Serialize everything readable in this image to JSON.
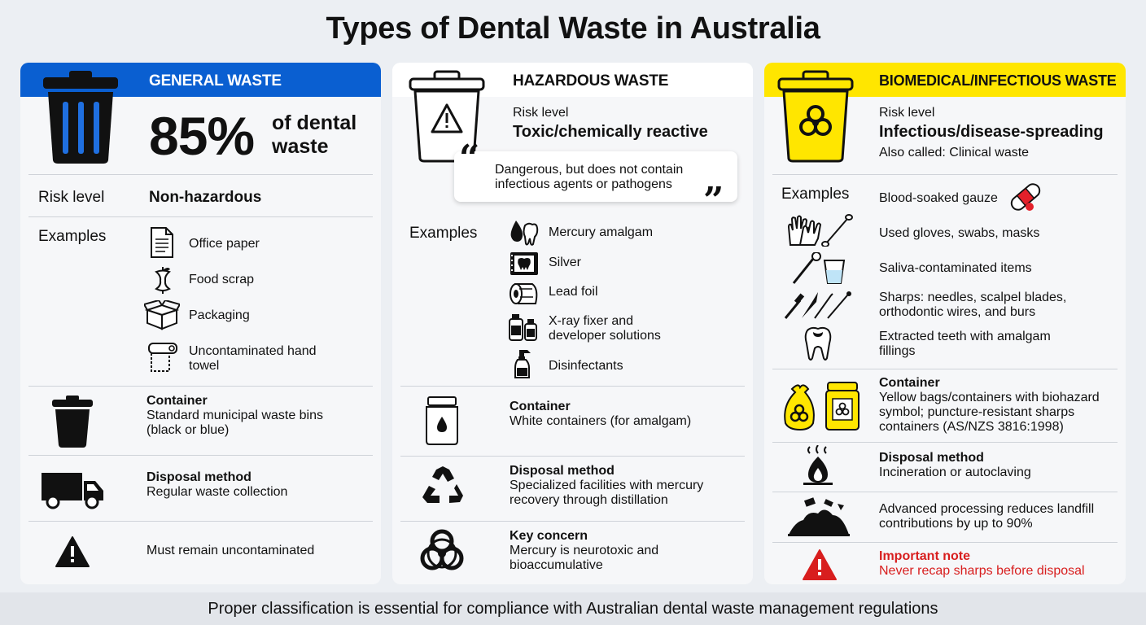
{
  "title": "Types of Dental Waste in Australia",
  "colors": {
    "general": "#0a5fd1",
    "hazardous": "#ffffff",
    "biomedical": "#ffe600",
    "warning": "#d81e1e"
  },
  "general": {
    "heading": "GENERAL WASTE",
    "icon": "trash-bin-icon",
    "percent": "85%",
    "percent_caption_1": "of dental",
    "percent_caption_2": "waste",
    "risk_label": "Risk level",
    "risk_value": "Non-hazardous",
    "examples_label": "Examples",
    "examples": [
      {
        "icon": "document-icon",
        "text": "Office paper"
      },
      {
        "icon": "apple-core-icon",
        "text": "Food scrap"
      },
      {
        "icon": "box-icon",
        "text": "Packaging"
      },
      {
        "icon": "paper-towel-icon",
        "text_1": "Uncontaminated hand",
        "text_2": "towel"
      }
    ],
    "container_label": "Container",
    "container_1": "Standard municipal waste bins",
    "container_2": "(black or blue)",
    "disposal_label": "Disposal method",
    "disposal_value": "Regular waste collection",
    "note": "Must remain uncontaminated"
  },
  "hazardous": {
    "heading": "HAZARDOUS WASTE",
    "icon": "warning-bin-icon",
    "risk_label": "Risk level",
    "risk_value": "Toxic/chemically reactive",
    "quote_1": "Dangerous, but does not contain",
    "quote_2": "infectious agents or pathogens",
    "examples_label": "Examples",
    "examples": [
      {
        "icon": "mercury-tooth-icon",
        "text": "Mercury amalgam"
      },
      {
        "icon": "xray-film-icon",
        "text": "Silver"
      },
      {
        "icon": "foil-roll-icon",
        "text": "Lead foil"
      },
      {
        "icon": "chemical-bottles-icon",
        "text_1": "X-ray fixer and",
        "text_2": "developer solutions"
      },
      {
        "icon": "spray-bottle-icon",
        "text": "Disinfectants"
      }
    ],
    "container_label": "Container",
    "container_value": "White containers (for amalgam)",
    "disposal_label": "Disposal method",
    "disposal_1": "Specialized facilities with mercury",
    "disposal_2": "recovery through distillation",
    "concern_label": "Key concern",
    "concern_1": "Mercury is neurotoxic and",
    "concern_2": "bioaccumulative"
  },
  "biomedical": {
    "heading": "BIOMEDICAL/INFECTIOUS WASTE",
    "icon": "biohazard-bin-icon",
    "risk_label": "Risk level",
    "risk_value": "Infectious/disease-spreading",
    "also_called": "Also called: Clinical waste",
    "examples_label": "Examples",
    "examples": [
      {
        "icon": "bandage-icon",
        "text": "Blood-soaked gauze"
      },
      {
        "icon": "gloves-swab-icon",
        "text": "Used gloves, swabs, masks"
      },
      {
        "icon": "mirror-cup-icon",
        "text": "Saliva-contaminated items"
      },
      {
        "icon": "sharps-icon",
        "text_1": "Sharps: needles, scalpel blades,",
        "text_2": "orthodontic wires, and burs"
      },
      {
        "icon": "tooth-icon",
        "text_1": "Extracted teeth with amalgam",
        "text_2": "fillings"
      }
    ],
    "container_label": "Container",
    "container_1": "Yellow bags/containers with biohazard",
    "container_2": "symbol; puncture-resistant sharps",
    "container_3": "containers (AS/NZS 3816:1998)",
    "disposal_label": "Disposal method",
    "disposal_value": "Incineration or autoclaving",
    "landfill_1": "Advanced processing reduces landfill",
    "landfill_2": "contributions by up to 90%",
    "note_label": "Important note",
    "note_value": "Never recap sharps before disposal"
  },
  "footer": "Proper classification is essential for compliance with Australian dental waste management regulations"
}
